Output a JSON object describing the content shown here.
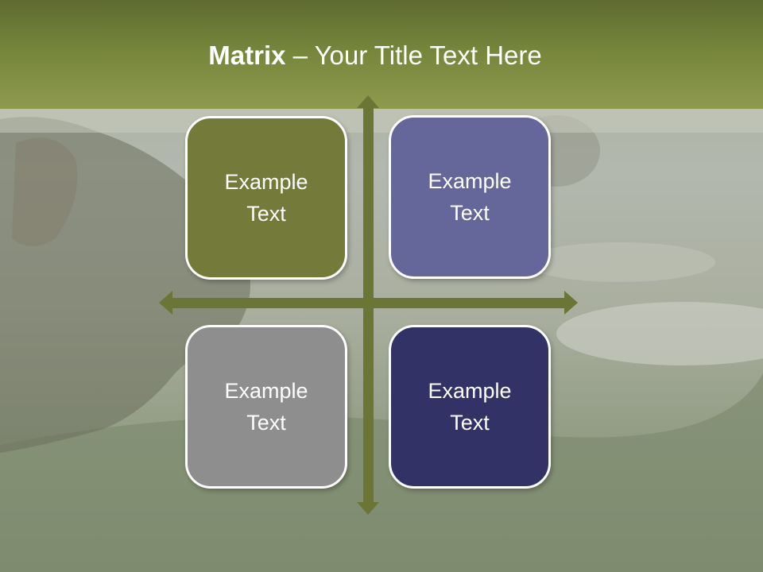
{
  "slide": {
    "title_bold": "Matrix",
    "title_rest": " – Your Title Text Here"
  },
  "matrix": {
    "arrow_color": "#6b7535",
    "cells": [
      {
        "text": "Example Text",
        "color": "#737a3a"
      },
      {
        "text": "Example Text",
        "color": "#65669a"
      },
      {
        "text": "Example Text",
        "color": "#8e8e8e"
      },
      {
        "text": "Example Text",
        "color": "#333266"
      }
    ]
  },
  "colors": {
    "header": "#75853a",
    "text": "#ffffff"
  }
}
